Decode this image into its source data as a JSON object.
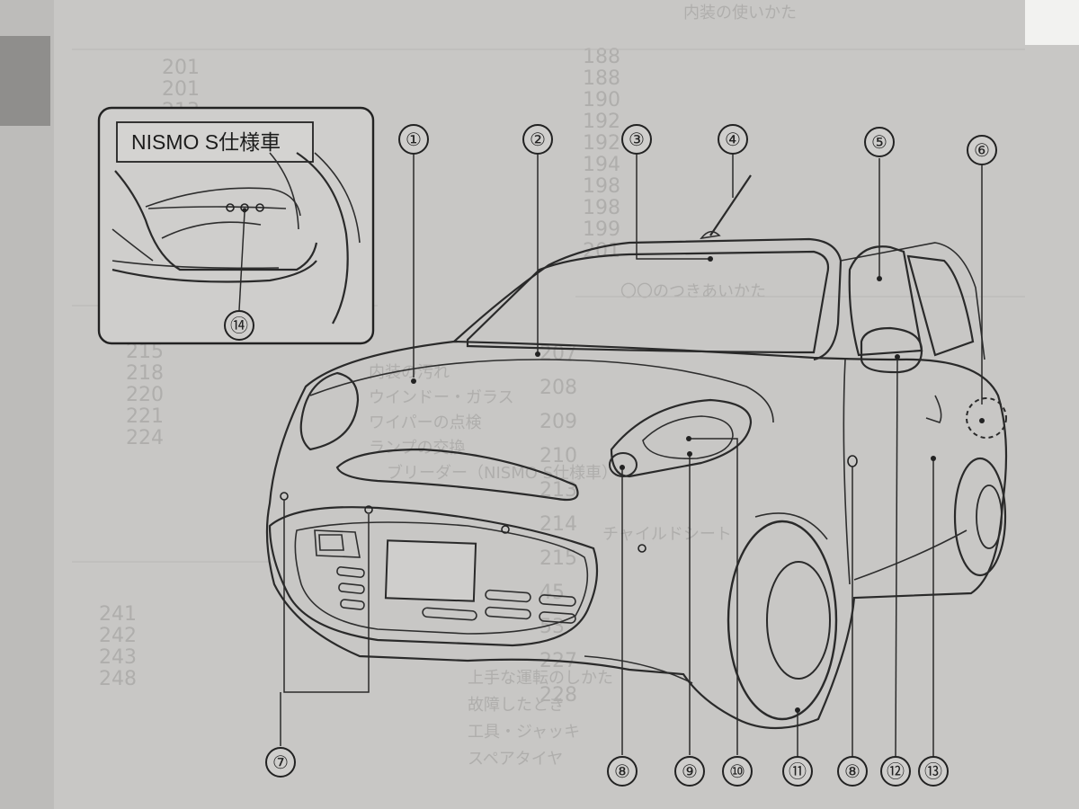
{
  "diagram": {
    "inset": {
      "title": "NISMO S仕様車"
    },
    "callouts": [
      {
        "id": "c1",
        "label": "①"
      },
      {
        "id": "c2",
        "label": "②"
      },
      {
        "id": "c3",
        "label": "③"
      },
      {
        "id": "c4",
        "label": "④"
      },
      {
        "id": "c5",
        "label": "⑤"
      },
      {
        "id": "c6",
        "label": "⑥"
      },
      {
        "id": "c7",
        "label": "⑦"
      },
      {
        "id": "c8a",
        "label": "⑧"
      },
      {
        "id": "c9",
        "label": "⑨"
      },
      {
        "id": "c10",
        "label": "⑩"
      },
      {
        "id": "c11",
        "label": "⑪"
      },
      {
        "id": "c8b",
        "label": "⑧"
      },
      {
        "id": "c12",
        "label": "⑫"
      },
      {
        "id": "c13",
        "label": "⑬"
      },
      {
        "id": "c14",
        "label": "⑭"
      }
    ]
  },
  "background_text": {
    "right_column_numbers": [
      "188",
      "188",
      "190",
      "192",
      "192",
      "194",
      "198",
      "198",
      "199",
      "201"
    ],
    "left_column_numbers": [
      "201",
      "201",
      "213",
      "215",
      "218",
      "220",
      "221",
      "224",
      "241",
      "242",
      "243",
      "248"
    ],
    "middle_column_numbers": [
      "207",
      "208",
      "209",
      "210",
      "213",
      "214",
      "215",
      "45",
      "53",
      "227",
      "228"
    ],
    "visible_phrases": [
      "内装の使いかた",
      "内装の汚れ",
      "ウインドー・ガラス",
      "ワイパーの点検",
      "ランプの交換",
      "ブリーダー（NISMO S仕様車）",
      "上手な運転のしかた",
      "故障したとき",
      "工具・ジャッキ",
      "スペアタイヤ",
      "チャイルドシート",
      "〇〇のつきあいかた"
    ]
  }
}
